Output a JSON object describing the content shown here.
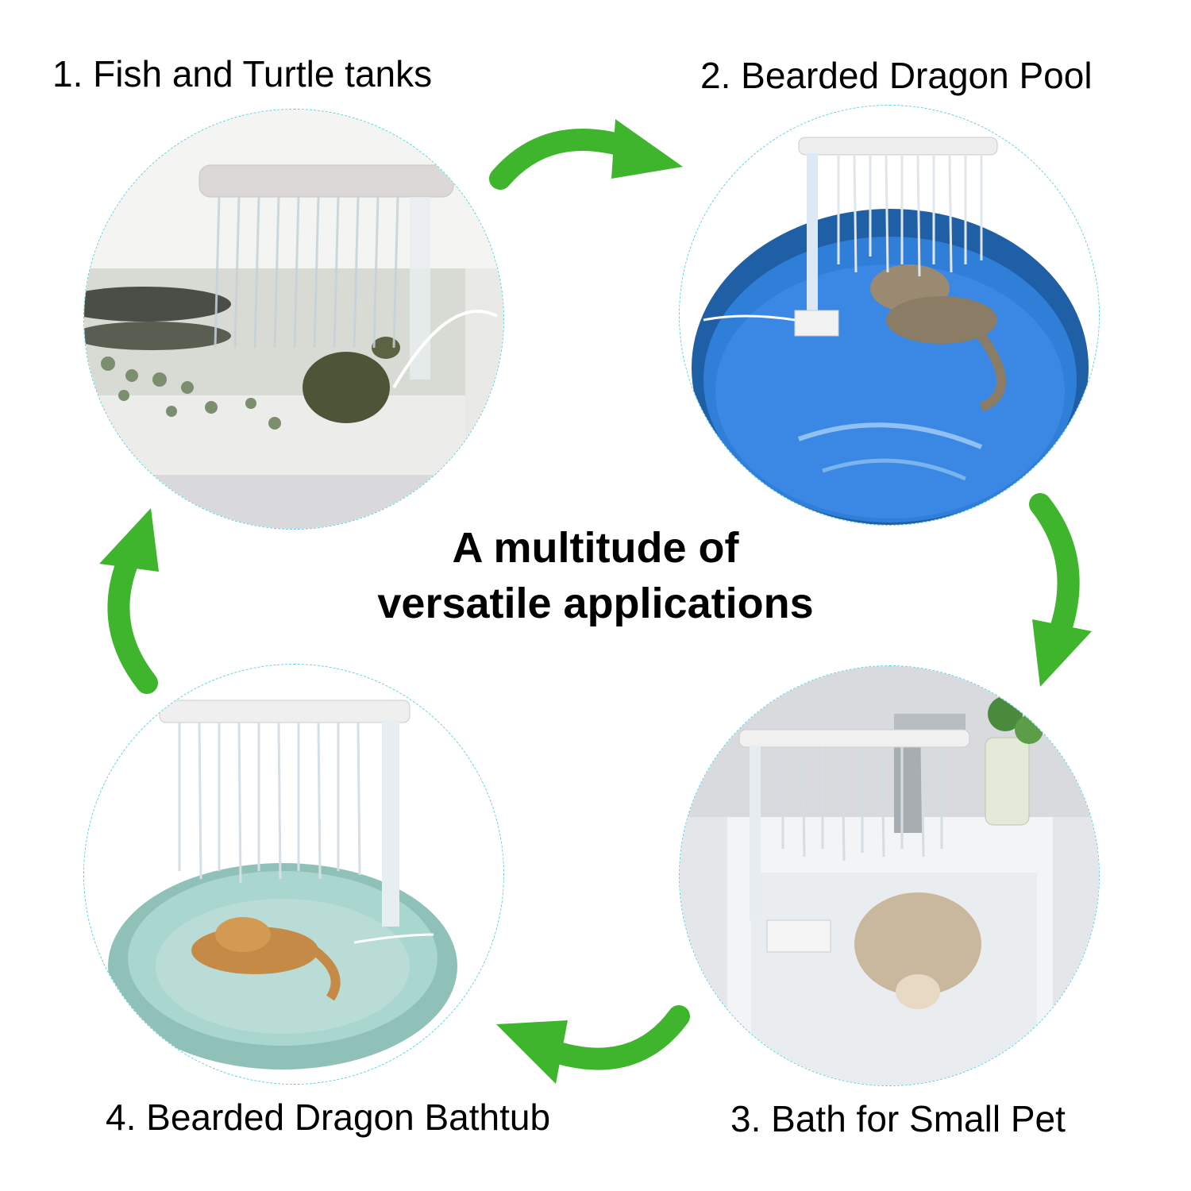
{
  "title": {
    "line1": "A multitude of",
    "line2": "versatile applications"
  },
  "applications": [
    {
      "label": "1. Fish and Turtle tanks"
    },
    {
      "label": "2. Bearded Dragon Pool"
    },
    {
      "label": "3. Bath for Small Pet"
    },
    {
      "label": "4. Bearded Dragon Bathtub"
    }
  ],
  "colors": {
    "arrow": "#3fb52e",
    "circle_border": "#5ad0e0",
    "pool_blue": "#2f7ed8",
    "tub_teal": "#a9d6cf"
  },
  "icons": [
    "curved-arrow-icon"
  ]
}
